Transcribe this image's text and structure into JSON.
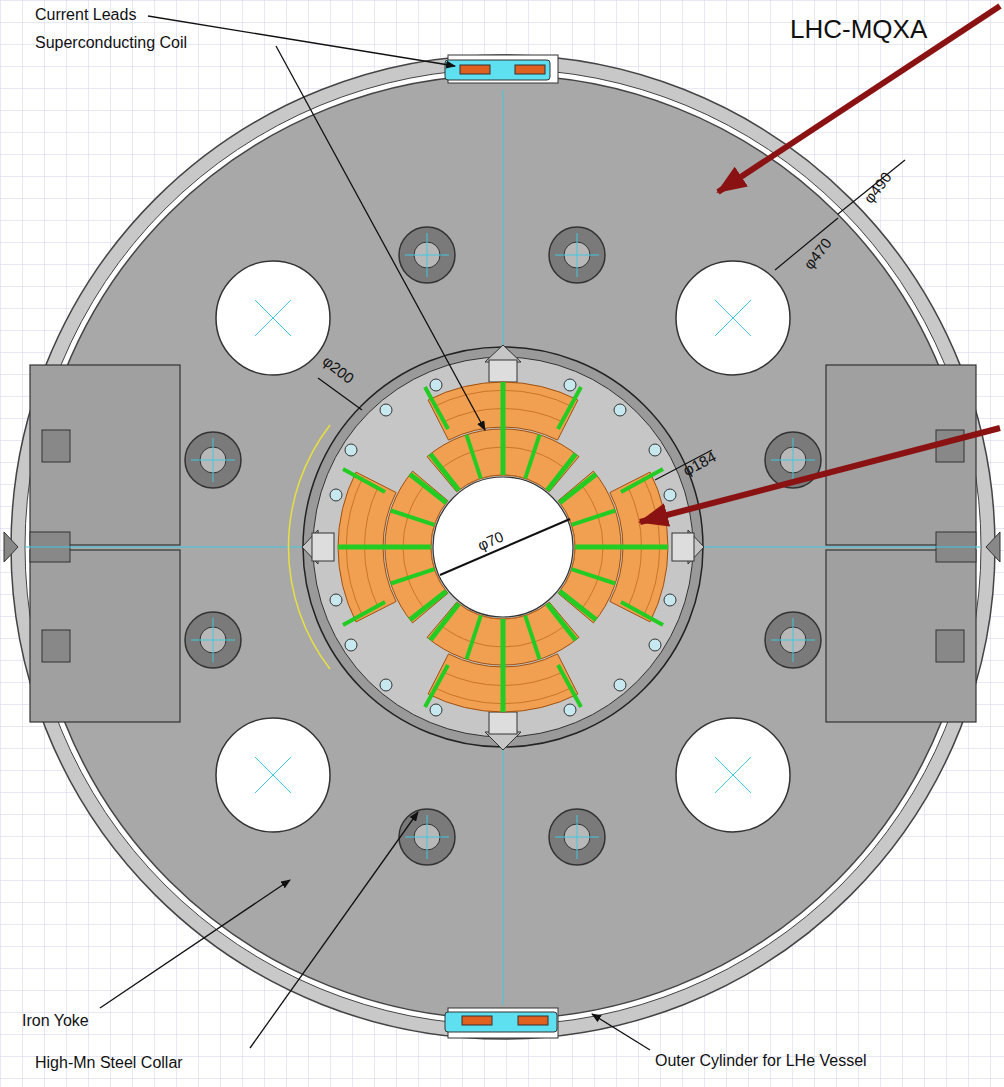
{
  "diagram": {
    "title": "LHC-MQXA",
    "labels": [
      "Current Leads",
      "Superconducting Coil",
      "φ490",
      "φ470",
      "φ200",
      "φ184",
      "φ70",
      "Iron Yoke",
      "High-Mn Steel Collar",
      "Outer Cylinder for LHe Vessel"
    ]
  }
}
